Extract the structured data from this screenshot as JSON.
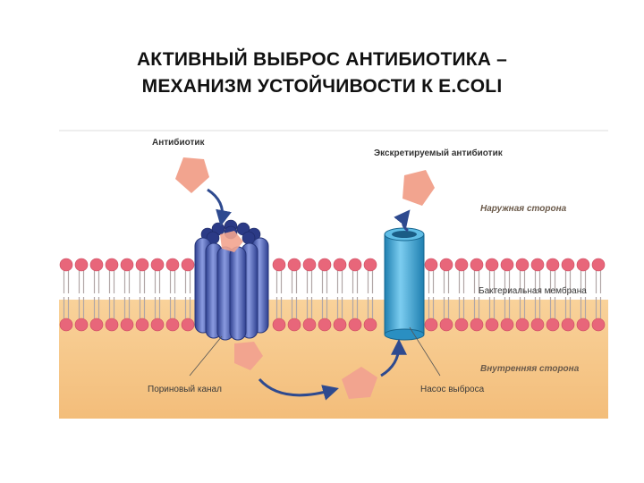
{
  "title": {
    "line1": "АКТИВНЫЙ ВЫБРОС АНТИБИОТИКА –",
    "line2": "МЕХАНИЗМ УСТОЙЧИВОСТИ К E.COLI"
  },
  "labels": {
    "antibiotic": "Антибиотик",
    "excreted": "Экскретируемый антибиотик",
    "outer_side": "Наружная сторона",
    "membrane": "Бактериальная мембрана",
    "inner_side": "Внутренняя сторона",
    "porin": "Пориновый канал",
    "pump": "Насос выброса"
  },
  "colors": {
    "outer_bg": "#ffffff",
    "inner_bg": "#f7c98a",
    "lipid_head": "#e8667a",
    "lipid_tail": "#b0a6a6",
    "porin": "#4f64b8",
    "pump": "#3fa7d6",
    "antibiotic": "#f2a48f",
    "arrow": "#2e4a8f"
  }
}
